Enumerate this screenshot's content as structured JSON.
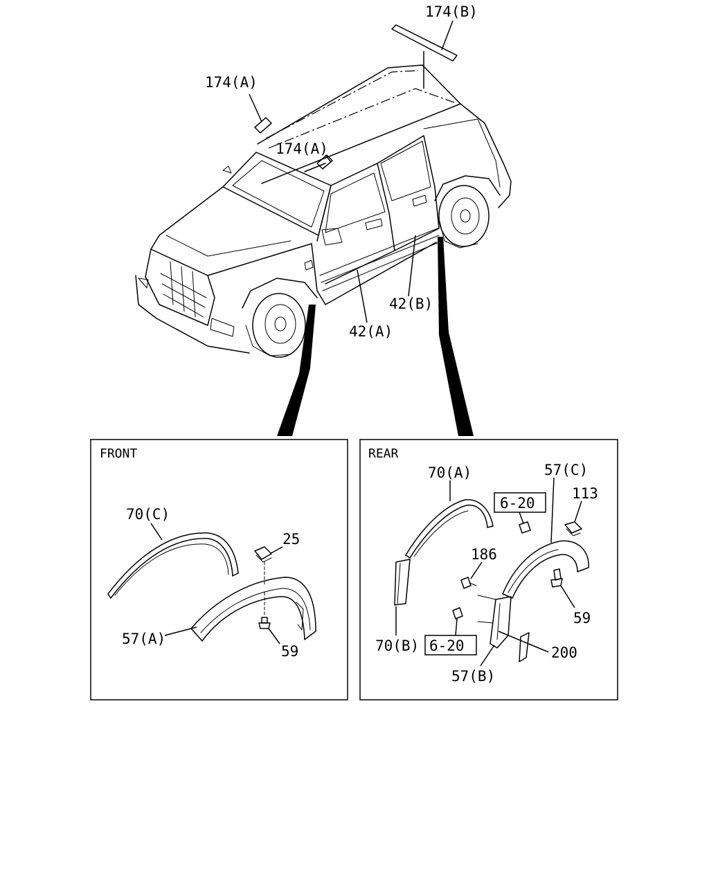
{
  "labels": {
    "roof_rack_rear": "174(B)",
    "roof_rack_front_1": "174(A)",
    "roof_rack_front_2": "174(A)",
    "side_molding_front": "42(A)",
    "side_molding_rear": "42(B)"
  },
  "front_panel": {
    "title": "FRONT",
    "labels": {
      "arch_molding": "70(C)",
      "clip": "25",
      "fender_flare": "57(A)",
      "screw": "59"
    }
  },
  "rear_panel": {
    "title": "REAR",
    "labels": {
      "arch_molding_upper": "70(A)",
      "arch_molding_lower": "70(B)",
      "ref_upper": "6-20",
      "ref_lower": "6-20",
      "flare_upper": "57(C)",
      "flare_lower": "57(B)",
      "nut": "113",
      "fastener": "186",
      "screw": "59",
      "pad": "200"
    }
  }
}
